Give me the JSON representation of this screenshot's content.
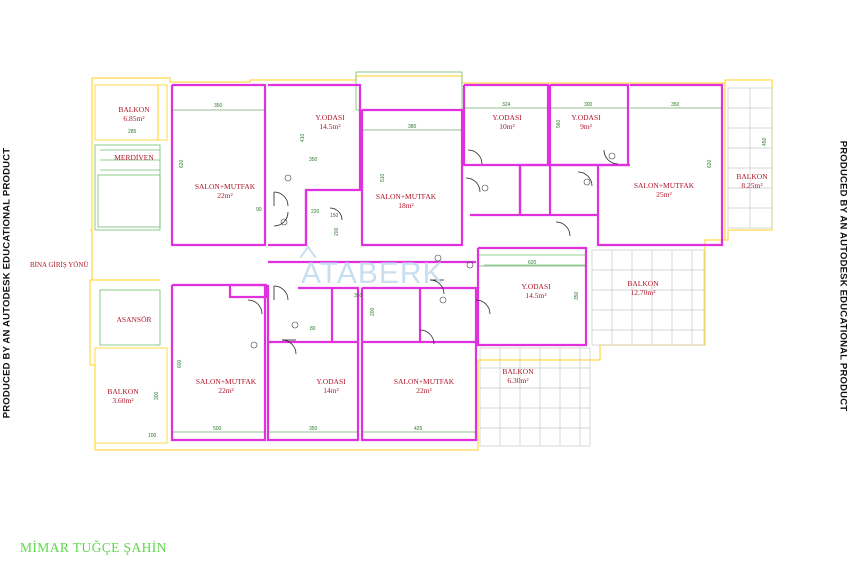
{
  "sidebar": {
    "left_label": "PRODUCED BY AN AUTODESK EDUCATIONAL PRODUCT",
    "right_label": "PRODUCED BY AN AUTODESK EDUCATIONAL PRODUCT"
  },
  "footer": {
    "architect": "MİMAR TUĞÇE ŞAHİN"
  },
  "watermark": {
    "text": "ATABERK"
  },
  "colors": {
    "wall": "#e030e0",
    "outline": "#ffd21e",
    "room_label": "#b0162a",
    "dimension": "#2a7a2a",
    "architect": "#5fd84a"
  },
  "plan": {
    "entrance": "BİNA GİRİŞ YÖNÜ",
    "rooms": [
      {
        "name": "BALKON",
        "area": "6.85m²"
      },
      {
        "name": "MERDİVEN",
        "area": ""
      },
      {
        "name": "SALON+MUTFAK",
        "area": "22m²"
      },
      {
        "name": "Y.ODASI",
        "area": "14.5m²"
      },
      {
        "name": "SALON+MUTFAK",
        "area": "18m²"
      },
      {
        "name": "Y.ODASI",
        "area": "10m²"
      },
      {
        "name": "Y.ODASI",
        "area": "9m²"
      },
      {
        "name": "SALON+MUTFAK",
        "area": "25m²"
      },
      {
        "name": "BALKON",
        "area": "8.25m²"
      },
      {
        "name": "ASANSÖR",
        "area": ""
      },
      {
        "name": "BALKON",
        "area": "3.60m²"
      },
      {
        "name": "SALON+MUTFAK",
        "area": "22m²"
      },
      {
        "name": "Y.ODASI",
        "area": "14m²"
      },
      {
        "name": "SALON+MUTFAK",
        "area": "22m²"
      },
      {
        "name": "Y.ODASI",
        "area": "14.5m²"
      },
      {
        "name": "BALKON",
        "area": "12.70m²"
      },
      {
        "name": "BALKON",
        "area": "6.30m²"
      }
    ],
    "dimensions": [
      "350",
      "285",
      "620",
      "410",
      "350",
      "380",
      "510",
      "324",
      "300",
      "560",
      "350",
      "620",
      "450",
      "150",
      "200",
      "620",
      "350",
      "600",
      "300",
      "100",
      "500",
      "350",
      "425",
      "200",
      "350",
      "90",
      "80",
      "220"
    ]
  }
}
